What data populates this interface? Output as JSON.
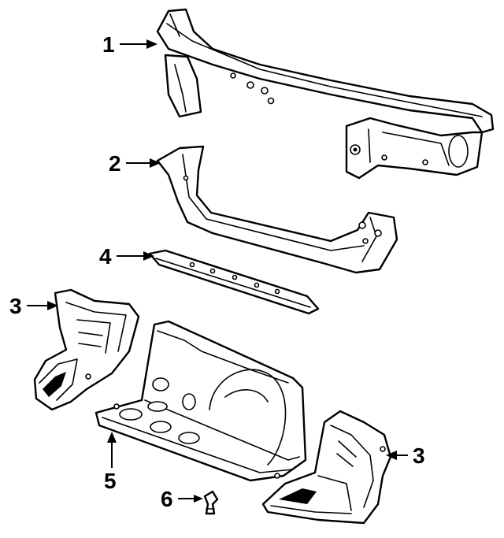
{
  "diagram": {
    "parts": [
      {
        "id": "radiator-support",
        "callout": "1"
      },
      {
        "id": "lower-tie-bar",
        "callout": "2"
      },
      {
        "id": "left-air-deflector",
        "callout": "3"
      },
      {
        "id": "right-air-deflector",
        "callout": "3"
      },
      {
        "id": "upper-baffle",
        "callout": "4"
      },
      {
        "id": "splash-shield",
        "callout": "5"
      },
      {
        "id": "retainer-clip",
        "callout": "6"
      }
    ],
    "colors": {
      "line": "#000000",
      "background": "#ffffff"
    }
  }
}
